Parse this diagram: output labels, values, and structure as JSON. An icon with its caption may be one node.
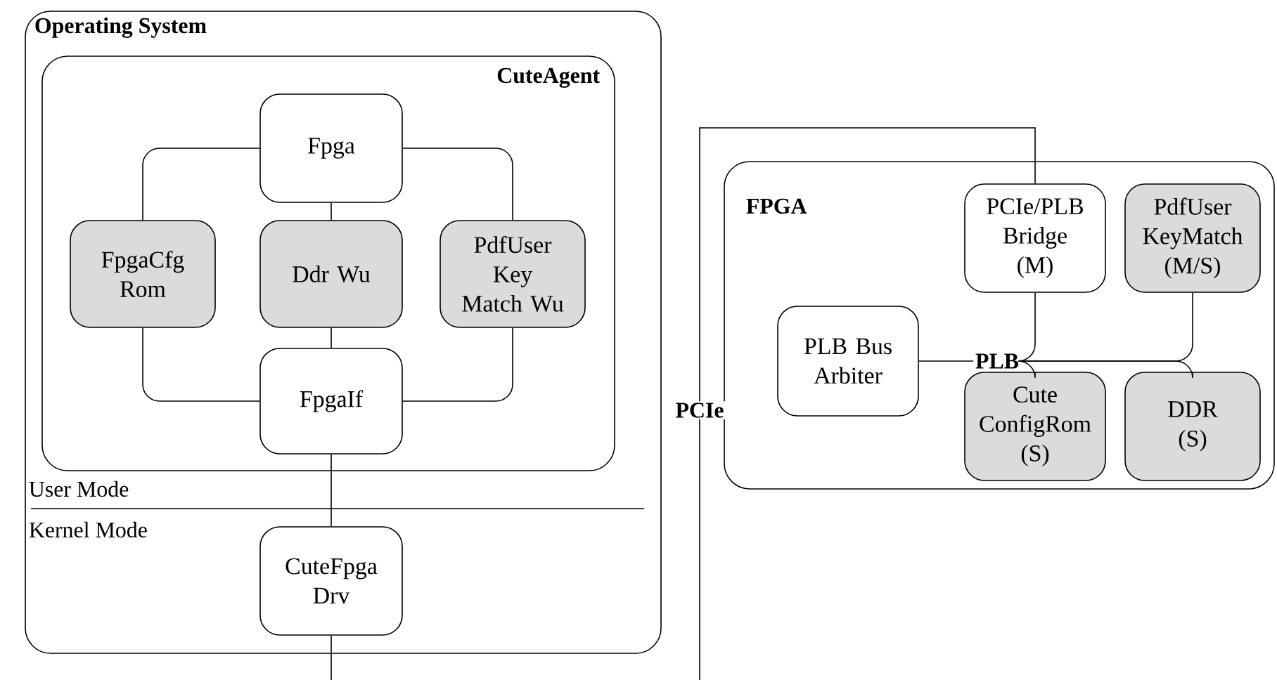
{
  "diagram": {
    "nodes": [
      {
        "text": [
          "Operating System"
        ]
      },
      {
        "text": [
          "CuteAgent"
        ],
        "in": 0
      },
      {
        "text": [
          "Fpga"
        ],
        "in": 1
      },
      {
        "text": [
          "FpgaCfg Rom"
        ],
        "in": 1
      },
      {
        "text": [
          "Ddr Wu"
        ],
        "in": 1
      },
      {
        "text": [
          "PdfUser Key Match Wu"
        ],
        "in": 1
      },
      {
        "text": [
          "FpgaIf"
        ],
        "in": 1
      },
      {
        "text": [
          "CuteFpga Drv"
        ],
        "in": 0
      },
      {
        "text": [
          "FPGA"
        ]
      },
      {
        "text": [
          "PCIe/PLB Bridge (M)"
        ],
        "in": 8
      },
      {
        "text": [
          "PdfUser KeyMatch (M/S)"
        ],
        "in": 8
      },
      {
        "text": [
          "PLB Bus Arbiter"
        ],
        "in": 8
      },
      {
        "text": [
          "PLB"
        ],
        "in": 8
      },
      {
        "text": [
          "Cute ConfigRom (S)"
        ],
        "in": 8
      },
      {
        "text": [
          "DDR (S)"
        ],
        "in": 8
      }
    ],
    "edges": [
      {
        "from": 2,
        "to": 3,
        "arrow": "none"
      },
      {
        "from": 2,
        "to": 4,
        "arrow": "none"
      },
      {
        "from": 2,
        "to": 5,
        "arrow": "none"
      },
      {
        "from": 3,
        "to": 6,
        "arrow": "none"
      },
      {
        "from": 4,
        "to": 6,
        "arrow": "none"
      },
      {
        "from": 5,
        "to": 6,
        "arrow": "none"
      },
      {
        "from": 6,
        "to": 7,
        "arrow": "none"
      },
      {
        "from": 7,
        "to": null,
        "arrow": "none"
      },
      {
        "from": null,
        "to": 9,
        "arrow": "none",
        "label": "PCIe"
      },
      {
        "from": 11,
        "to": 12,
        "arrow": "none"
      },
      {
        "from": 9,
        "to": 12,
        "arrow": "none"
      },
      {
        "from": 13,
        "to": 12,
        "arrow": "none"
      },
      {
        "from": 10,
        "to": 12,
        "arrow": "none"
      },
      {
        "from": 14,
        "to": 12,
        "arrow": "none"
      }
    ],
    "labels": [
      "User Mode",
      "Kernel Mode"
    ]
  }
}
